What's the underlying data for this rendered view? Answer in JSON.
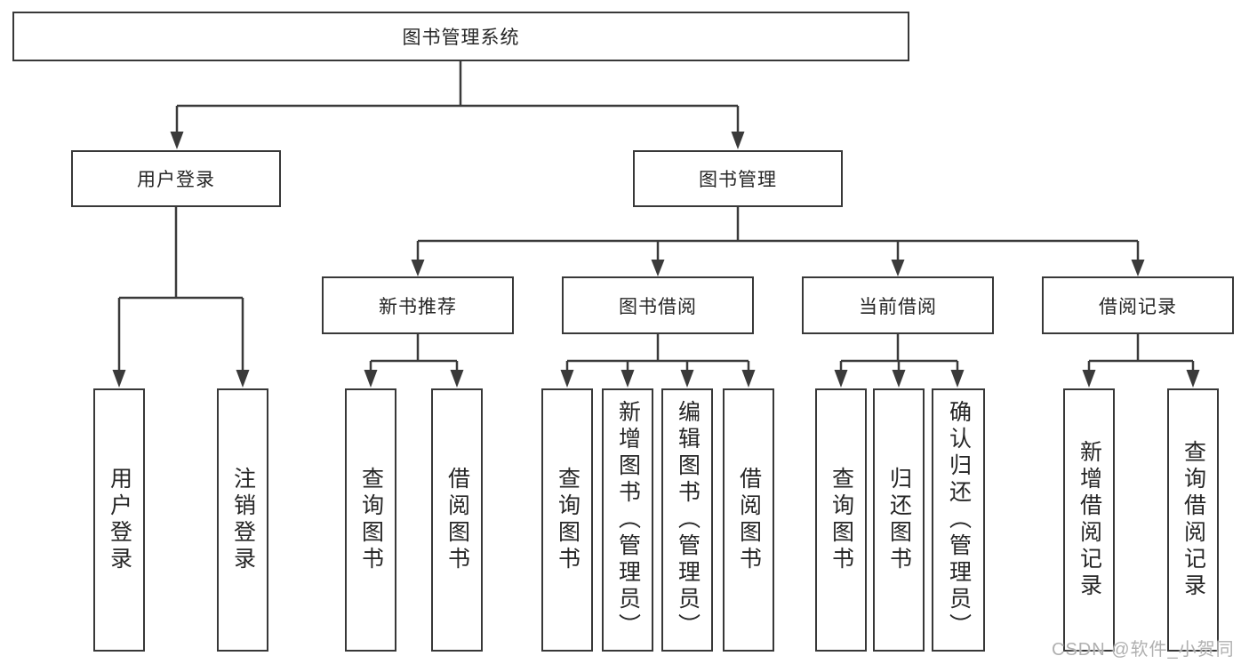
{
  "watermark": "CSDN @软件_小贺同学",
  "colors": {
    "line": "#3a3a3a",
    "border": "#383838",
    "text": "#262626",
    "watermark": "#b0b0b0"
  },
  "tree": {
    "label": "图书管理系统",
    "children": [
      {
        "label": "用户登录",
        "children": [
          {
            "label": "用户登录"
          },
          {
            "label": "注销登录"
          }
        ]
      },
      {
        "label": "图书管理",
        "children": [
          {
            "label": "新书推荐",
            "children": [
              {
                "label": "查询图书"
              },
              {
                "label": "借阅图书"
              }
            ]
          },
          {
            "label": "图书借阅",
            "children": [
              {
                "label": "查询图书"
              },
              {
                "label": "新增图书（管理员）"
              },
              {
                "label": "编辑图书（管理员）"
              },
              {
                "label": "借阅图书"
              }
            ]
          },
          {
            "label": "当前借阅",
            "children": [
              {
                "label": "查询图书"
              },
              {
                "label": "归还图书"
              },
              {
                "label": "确认归还（管理员）"
              }
            ]
          },
          {
            "label": "借阅记录",
            "children": [
              {
                "label": "新增借阅记录"
              },
              {
                "label": "查询借阅记录"
              }
            ]
          }
        ]
      }
    ]
  }
}
